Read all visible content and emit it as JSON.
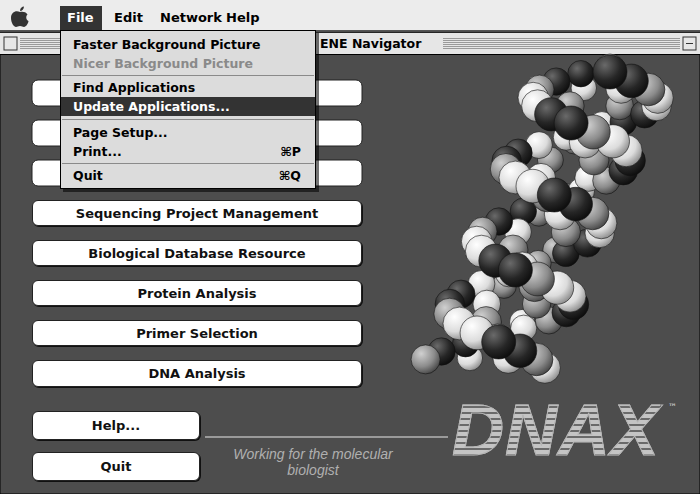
{
  "diagram": {
    "title": "ENE Navigator",
    "nodes": [
      {
        "text": [
          "Faster Background Picture",
          "Nicer Background Picture",
          "Find Applications",
          "Update Applications...",
          "Page Setup...",
          "Print...",
          "⌘P",
          "Quit",
          "⌘Q"
        ]
      },
      {
        "text": [
          "Sequencing Project Management"
        ]
      },
      {
        "text": [
          "Biological Database Resource"
        ]
      },
      {
        "text": [
          "Protein Analysis"
        ]
      },
      {
        "text": [
          "Primer Selection"
        ]
      },
      {
        "text": [
          "DNA Analysis"
        ]
      },
      {
        "text": [
          "Help..."
        ]
      },
      {
        "text": [
          "Quit"
        ]
      }
    ],
    "labels": [
      "File",
      "Edit",
      "Network",
      "Help",
      "DNAX",
      "™",
      "Working for the molecular biologist"
    ]
  }
}
